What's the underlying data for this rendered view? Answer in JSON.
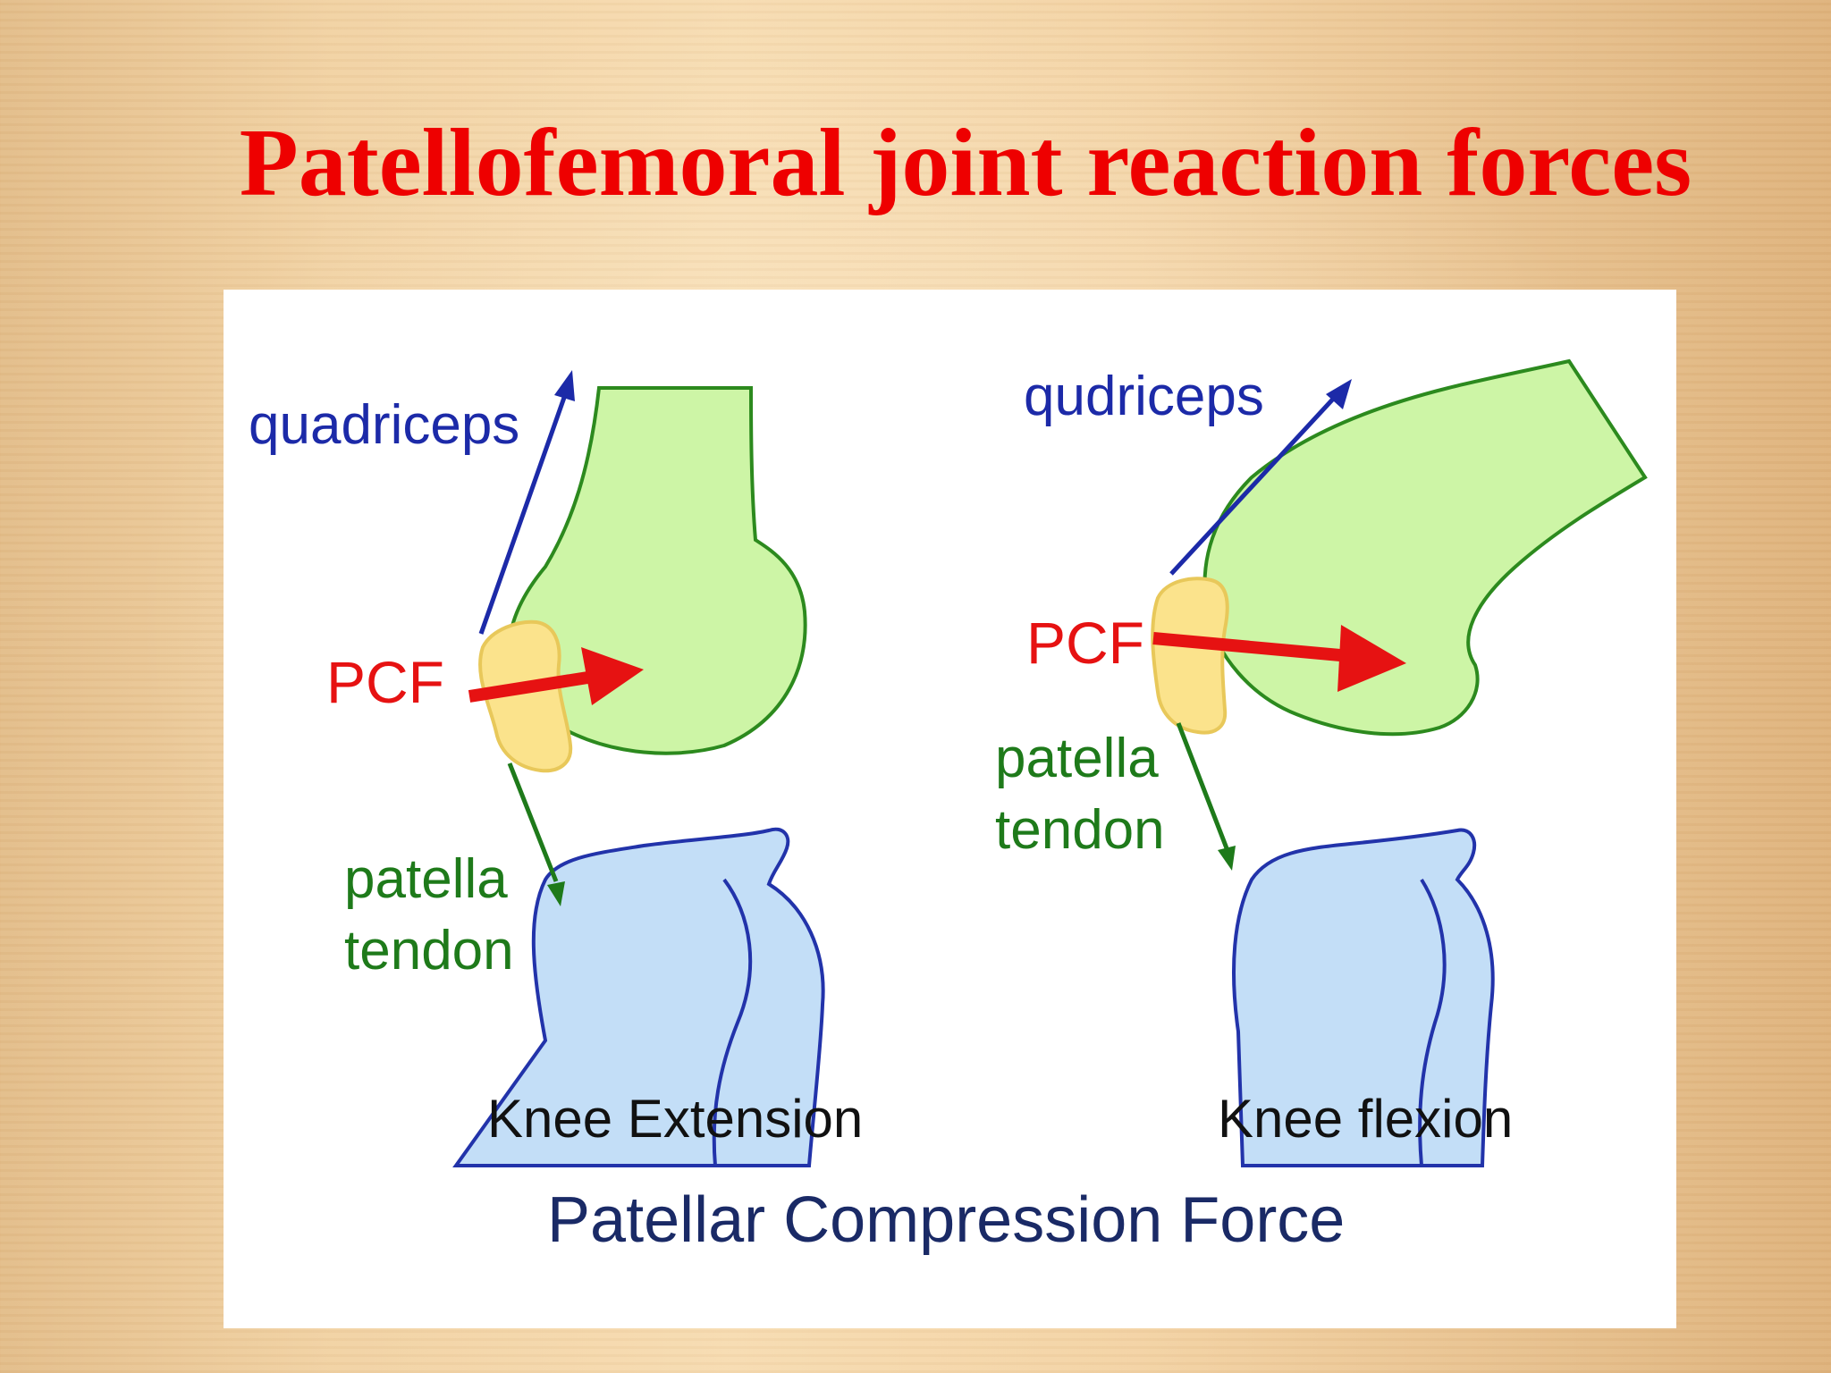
{
  "slide": {
    "title": "Patellofemoral joint reaction forces",
    "title_color": "#ee0000"
  },
  "diagram": {
    "caption": "Patellar Compression Force",
    "colors": {
      "femur_fill": "#cdf5a6",
      "bone_outline": "#2c8a1e",
      "tibia_fill": "#c3def7",
      "tibia_outline": "#2233aa",
      "patella_fill": "#fbe38c",
      "patella_outline": "#e8c85a",
      "quadriceps_arrow": "#1c2aa8",
      "pcf_arrow": "#e61212",
      "tendon_arrow": "#1e7a1a"
    },
    "extension": {
      "quadriceps_label": "quadriceps",
      "pcf_label": "PCF",
      "tendon_label_line1": "patella",
      "tendon_label_line2": "tendon",
      "caption": "Knee Extension"
    },
    "flexion": {
      "quadriceps_label": "qudriceps",
      "pcf_label": "PCF",
      "tendon_label_line1": "patella",
      "tendon_label_line2": "tendon",
      "caption": "Knee flexion"
    }
  }
}
